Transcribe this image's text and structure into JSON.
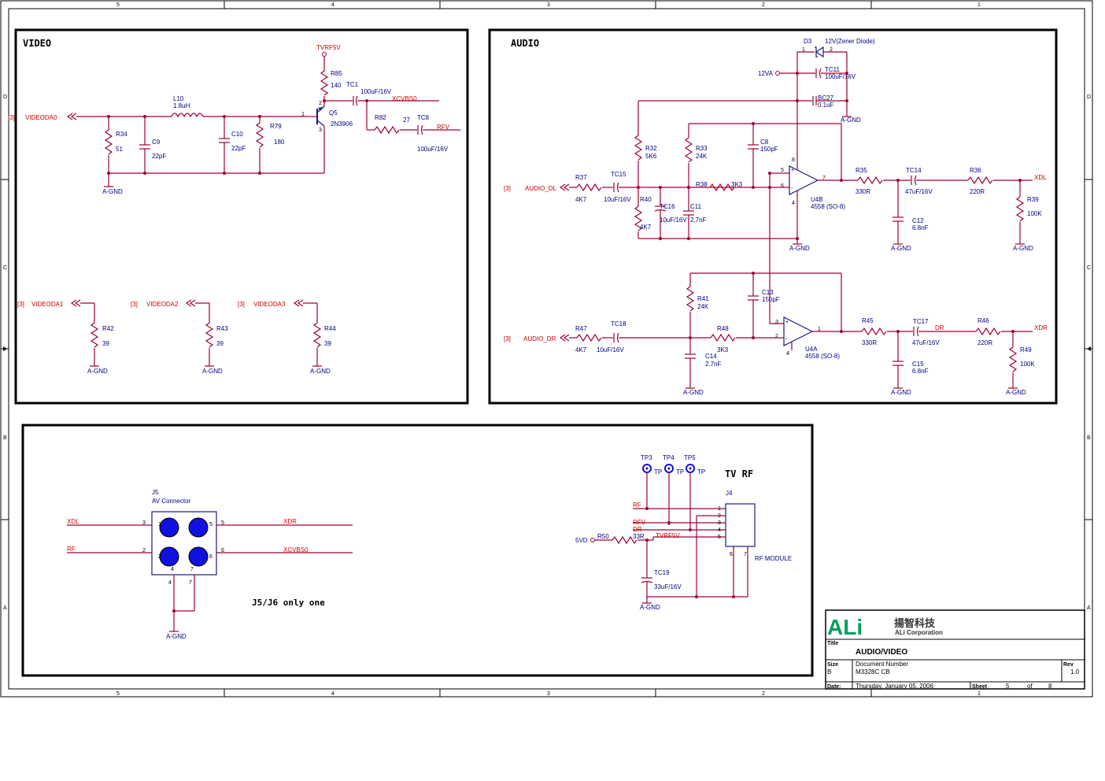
{
  "frame": {
    "columns": [
      "5",
      "4",
      "3",
      "2",
      "1"
    ],
    "rows": [
      "D",
      "C",
      "B",
      "A"
    ]
  },
  "video": {
    "title": "VIDEO",
    "supply": "TVRF5V",
    "transistor": {
      "ref": "Q5",
      "value": "2N3906",
      "pin1": "1",
      "pin2": "2",
      "pin3": "3"
    },
    "r85": {
      "ref": "R85",
      "value": "140"
    },
    "tc1": {
      "ref": "TC1",
      "value": "100uF/16V"
    },
    "xcvbs0": "XCVBS0",
    "r82": {
      "ref": "R82",
      "value": "27"
    },
    "tc8": {
      "ref": "TC8",
      "value": "100uF/16V"
    },
    "rfv": "RFV",
    "port_ref": "[3]",
    "videoda0": "VIDEODA0",
    "l10": {
      "ref": "L10",
      "value": "1.8uH"
    },
    "r34": {
      "ref": "R34",
      "value": "51"
    },
    "c9": {
      "ref": "C9",
      "value": "22pF"
    },
    "c10": {
      "ref": "C10",
      "value": "22pF"
    },
    "r79": {
      "ref": "R79",
      "value": "180"
    },
    "gnd": "A-GND",
    "aux": [
      {
        "port": "[3]",
        "net": "VIDEODA1",
        "ref": "R42",
        "value": "39",
        "gnd": "A-GND"
      },
      {
        "port": "[3]",
        "net": "VIDEODA2",
        "ref": "R43",
        "value": "39",
        "gnd": "A-GND"
      },
      {
        "port": "[3]",
        "net": "VIDEODA3",
        "ref": "R44",
        "value": "39",
        "gnd": "A-GND"
      }
    ]
  },
  "audio": {
    "title": "AUDIO",
    "d3": {
      "ref": "D3",
      "value": "12V(Zener Diode)",
      "pin1": "1",
      "pin2": "2"
    },
    "supply": "12VA",
    "tc11": {
      "ref": "TC11",
      "value": "100uF/16V"
    },
    "bc27": {
      "ref": "BC27",
      "value": "0.1uF"
    },
    "gnd": "A-GND",
    "port_ref": "[3]",
    "left": {
      "input": "AUDIO_DL",
      "r37": {
        "ref": "R37",
        "value": "4K7"
      },
      "tc15": {
        "ref": "TC15",
        "value": "10uF/16V"
      },
      "r32": {
        "ref": "R32",
        "value": "5K6"
      },
      "r40": {
        "ref": "R40",
        "value": "4K7"
      },
      "tc16": {
        "ref": "TC16",
        "value": "10uF/16V"
      },
      "c11": {
        "ref": "C11",
        "value": "2.7nF"
      },
      "r33": {
        "ref": "R33",
        "value": "24K"
      },
      "r38": {
        "ref": "R38",
        "value": "3K3"
      },
      "c8": {
        "ref": "C8",
        "value": "150pF"
      },
      "opamp": {
        "ref": "U4B",
        "value": "4558 (SO-8)",
        "pin_in_p": "5",
        "pin_in_n": "6",
        "pin_out": "7",
        "pin_v": "8",
        "pin_g": "4"
      },
      "r35": {
        "ref": "R35",
        "value": "330R"
      },
      "tc14": {
        "ref": "TC14",
        "value": "47uF/16V"
      },
      "c12": {
        "ref": "C12",
        "value": "6.8nF"
      },
      "r36": {
        "ref": "R36",
        "value": "220R"
      },
      "r39": {
        "ref": "R39",
        "value": "100K"
      },
      "output": "XDL"
    },
    "right": {
      "input": "AUDIO_DR",
      "r47": {
        "ref": "R47",
        "value": "4K7"
      },
      "tc18": {
        "ref": "TC18",
        "value": "10uF/16V"
      },
      "r41": {
        "ref": "R41",
        "value": "24K"
      },
      "c14": {
        "ref": "C14",
        "value": "2.7nF"
      },
      "r48": {
        "ref": "R48",
        "value": "3K3"
      },
      "c13": {
        "ref": "C13",
        "value": "150pF"
      },
      "opamp": {
        "ref": "U4A",
        "value": "4558 (SO-8)",
        "pin_in_p": "3",
        "pin_in_n": "2",
        "pin_out": "1",
        "pin_g": "4"
      },
      "r45": {
        "ref": "R45",
        "value": "330R"
      },
      "tc17": {
        "ref": "TC17",
        "value": "47uF/16V"
      },
      "c15": {
        "ref": "C15",
        "value": "6.8nF"
      },
      "dr": "DR",
      "r46": {
        "ref": "R46",
        "value": "220R"
      },
      "r49": {
        "ref": "R49",
        "value": "100K"
      },
      "output": "XDR"
    }
  },
  "bottom": {
    "j5": {
      "ref": "J5",
      "value": "AV Connector"
    },
    "j5_nets": {
      "xdl": "XDL",
      "rf": "RF",
      "xdr": "XDR",
      "xcvbs0": "XCVBS0"
    },
    "j5_pins": {
      "p3": "3",
      "p2": "2",
      "p5": "5",
      "p6": "6",
      "p4": "4",
      "p7": "7",
      "in1": "1",
      "in2": "2",
      "in5": "5",
      "in6": "6",
      "in4": "4",
      "in7": "7"
    },
    "gnd": "A-GND",
    "note": "J5/J6 only one",
    "tvrf_title": "TV RF",
    "tps": [
      {
        "ref": "TP3",
        "label": "TP"
      },
      {
        "ref": "TP4",
        "label": "TP"
      },
      {
        "ref": "TP5",
        "label": "TP"
      }
    ],
    "j4": {
      "ref": "J4",
      "value": "RF MODULE"
    },
    "j4_pins": [
      "1",
      "2",
      "3",
      "4",
      "5",
      "6",
      "7"
    ],
    "j4_nets": {
      "rf": "RF",
      "rfv": "RFV",
      "dr": "DR",
      "tvrf5v": "TVRF5V"
    },
    "supply": "5VD",
    "r50": {
      "ref": "R50",
      "value": "33R"
    },
    "tc19": {
      "ref": "TC19",
      "value": "33uF/16V"
    }
  },
  "title_block": {
    "logo": "ALi",
    "company_cn": "揚智科技",
    "company_en": "ALi Corporation",
    "title_label": "Title",
    "title": "AUDIO/VIDEO",
    "size_label": "Size",
    "size": "B",
    "doc_label": "Document Number",
    "doc": "M3328C CB",
    "rev_label": "Rev",
    "rev": "1.0",
    "date_label": "Date:",
    "date": "Thursday, January 05, 2006",
    "sheet_label": "Sheet",
    "sheet": "5",
    "of_label": "of",
    "total": "8"
  }
}
